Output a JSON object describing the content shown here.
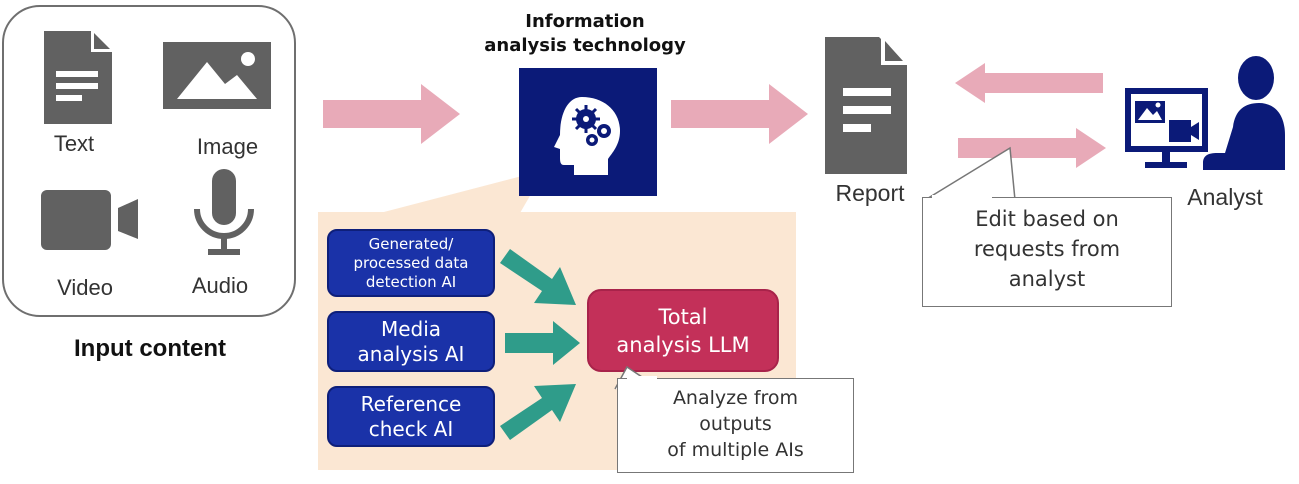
{
  "input_content": {
    "title": "Input content",
    "items": [
      {
        "label": "Text",
        "icon": "document-icon"
      },
      {
        "label": "Image",
        "icon": "image-icon"
      },
      {
        "label": "Video",
        "icon": "video-camera-icon"
      },
      {
        "label": "Audio",
        "icon": "microphone-icon"
      }
    ]
  },
  "technology": {
    "title_line1": "Information",
    "title_line2": "analysis technology",
    "icon": "brain-gears-head-icon"
  },
  "ai_modules": [
    {
      "line1": "Generated/",
      "line2": "processed data",
      "line3": "detection AI"
    },
    {
      "line1": "Media",
      "line2": "analysis AI"
    },
    {
      "line1": "Reference",
      "line2": "check AI"
    }
  ],
  "llm": {
    "line1": "Total",
    "line2": "analysis LLM"
  },
  "llm_note": {
    "line1": "Analyze from",
    "line2": "outputs",
    "line3": "of multiple AIs"
  },
  "report": {
    "label": "Report",
    "icon": "document-icon"
  },
  "analyst": {
    "label": "Analyst",
    "icon": "analyst-at-monitor-icon"
  },
  "edit_note": {
    "line1": "Edit based on",
    "line2": "requests from",
    "line3": "analyst"
  },
  "colors": {
    "navy": "#0b1a78",
    "ai_blue": "#1a32a8",
    "llm_red": "#c33059",
    "arrow_pink": "#e8aab8",
    "arrow_teal": "#2f9c8a",
    "callout_peach": "#fbe7d3",
    "icon_gray": "#616161"
  }
}
